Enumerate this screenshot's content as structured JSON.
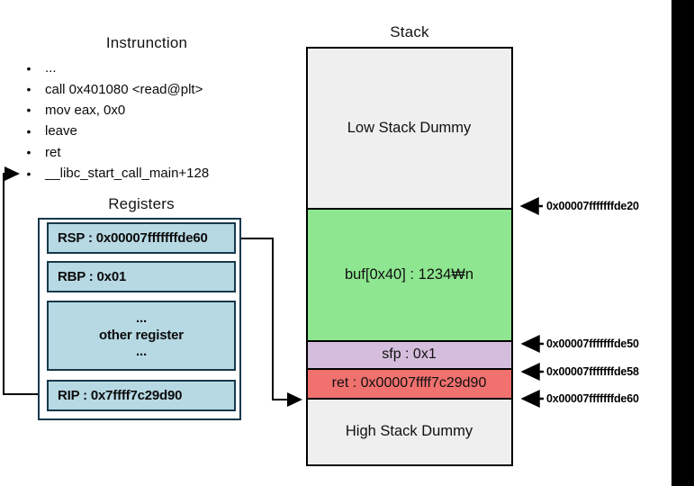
{
  "instruction_panel": {
    "title": "Instrunction",
    "items": [
      "...",
      "call 0x401080 <read@plt>",
      "mov eax, 0x0",
      "leave",
      "ret",
      "__libc_start_call_main+128"
    ]
  },
  "registers_panel": {
    "title": "Registers",
    "rsp": "RSP : 0x00007fffffffde60",
    "rbp": "RBP : 0x01",
    "other_top": "...",
    "other_label": "other register",
    "other_bottom": "...",
    "rip": "RIP : 0x7ffff7c29d90"
  },
  "stack_panel": {
    "title": "Stack",
    "sections": [
      {
        "label": "Low Stack Dummy",
        "color": "#efefef"
      },
      {
        "label": "buf[0x40] : 1234₩n",
        "color": "#8ee690"
      },
      {
        "label": "sfp : 0x1",
        "color": "#d5bedd"
      },
      {
        "label": "ret : 0x00007ffff7c29d90",
        "color": "#f0716e"
      },
      {
        "label": "High Stack Dummy",
        "color": "#efefef"
      }
    ]
  },
  "address_labels": [
    "0x00007fffffffde20",
    "0x00007fffffffde50",
    "0x00007fffffffde58",
    "0x00007fffffffde60"
  ],
  "colors": {
    "register_fill": "#b7d9e4",
    "register_border": "#17384a",
    "buf_fill": "#8ee690",
    "sfp_fill": "#d5bedd",
    "ret_fill": "#f0716e",
    "dummy_fill": "#efefef",
    "arrow": "#000000",
    "edge_bar": "#000000"
  }
}
